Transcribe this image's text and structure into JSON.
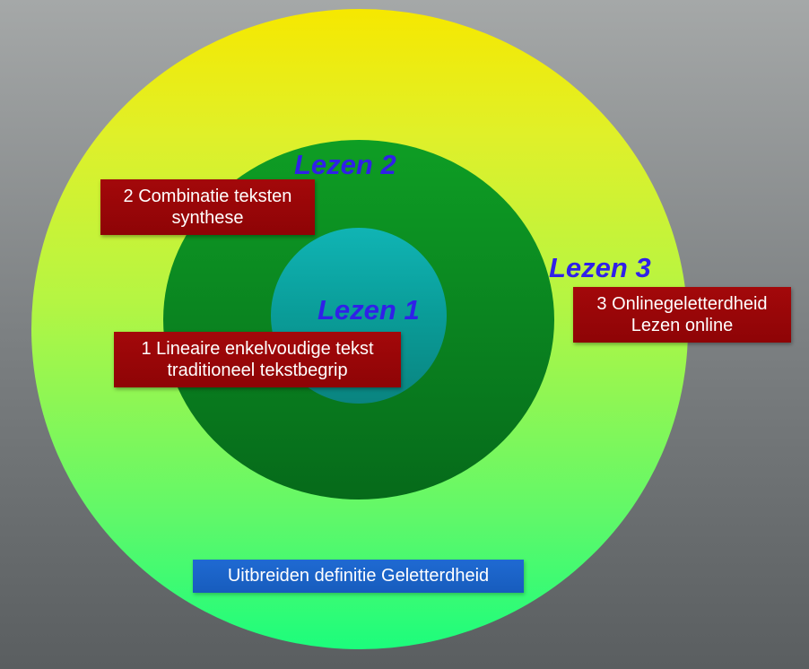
{
  "colors": {
    "outer_ring_top": "#f6e800",
    "outer_ring_bottom": "#1cfd7c",
    "middle_ring": "#0a8420",
    "inner_ring": "#0a9c98",
    "lezen_label": "#3020e8",
    "label_box": "#9b0608",
    "definition_box": "#1f6ad2"
  },
  "rings": {
    "inner": {
      "title": "Lezen 1",
      "box_lines": [
        "1 Lineaire enkelvoudige tekst",
        "traditioneel tekstbegrip"
      ]
    },
    "middle": {
      "title": "Lezen 2",
      "box_lines": [
        "2 Combinatie teksten",
        "synthese"
      ]
    },
    "outer": {
      "title": "Lezen 3",
      "box_lines": [
        "3 Onlinegeletterdheid",
        "Lezen online"
      ]
    }
  },
  "footer_label": "Uitbreiden definitie Geletterdheid"
}
